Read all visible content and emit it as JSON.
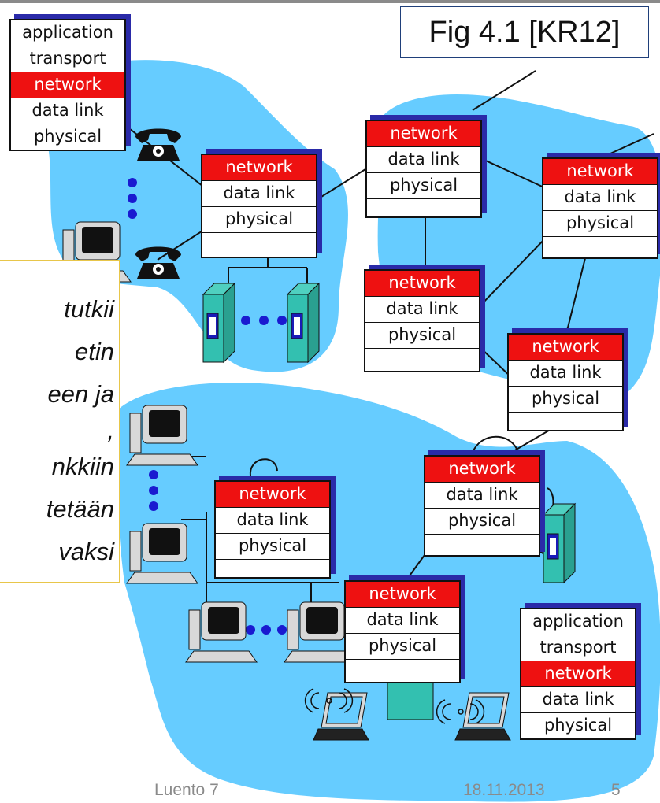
{
  "figure_label": "Fig 4.1 [KR12]",
  "callout_lines": [
    "tutkii",
    "etin",
    "een ja",
    ",",
    "nkkiin",
    "tetään",
    "vaksi"
  ],
  "layers": {
    "application": "application",
    "transport": "transport",
    "network": "network",
    "data_link": "data link",
    "physical": "physical"
  },
  "footer": {
    "lecture": "Luento 7",
    "date": "18.11.2013",
    "page": "5"
  },
  "colors": {
    "network_fill": "#ee1111",
    "cloud_fill": "#66ccff",
    "stack_shadow": "#2a2aa8",
    "callout_border": "#e8c64a"
  }
}
